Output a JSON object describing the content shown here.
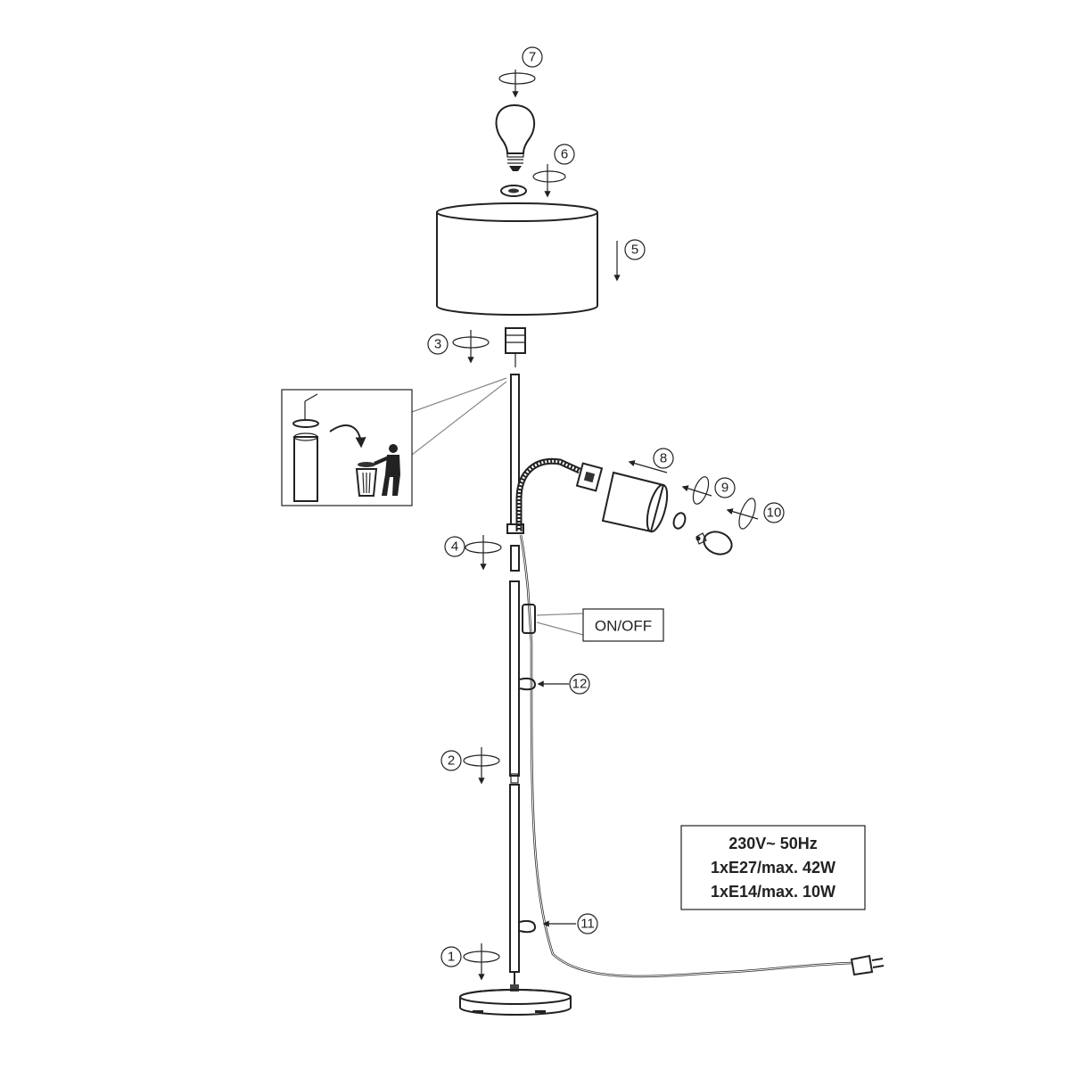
{
  "steps": {
    "s1": "1",
    "s2": "2",
    "s3": "3",
    "s4": "4",
    "s5": "5",
    "s6": "6",
    "s7": "7",
    "s8": "8",
    "s9": "9",
    "s10": "10",
    "s11": "11",
    "s12": "12"
  },
  "switch_label": "ON/OFF",
  "spec": {
    "line1": "230V~ 50Hz",
    "line2": "1xE27/max. 42W",
    "line3": "1xE14/max. 10W"
  }
}
